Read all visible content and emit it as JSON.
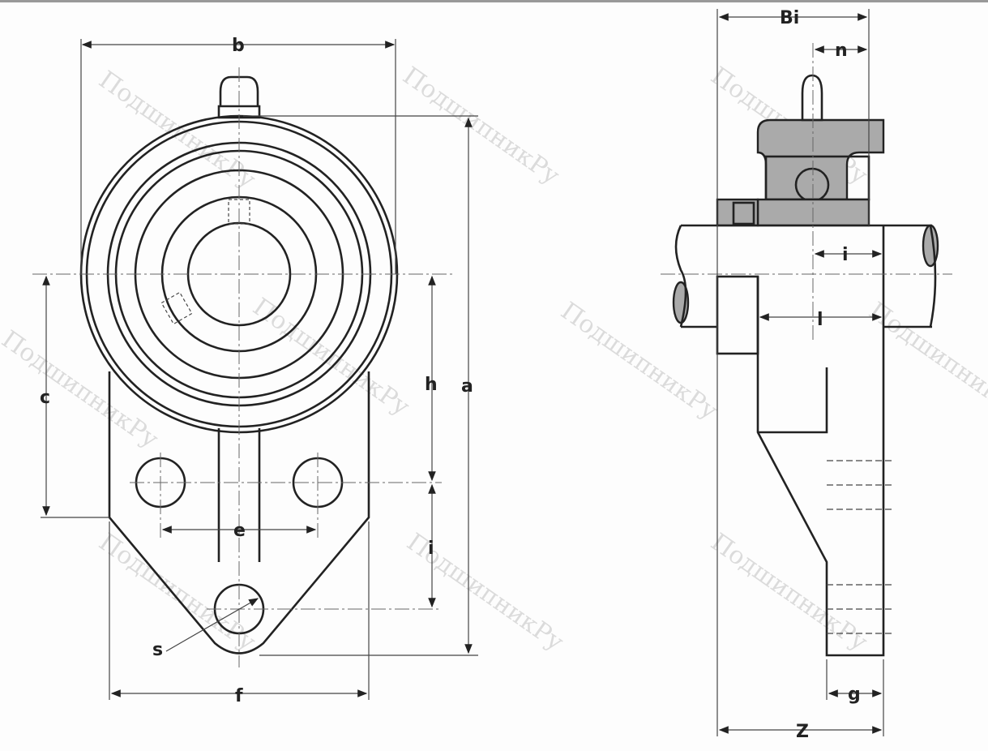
{
  "watermark": "ПодшипникРу",
  "front_view": {
    "labels": {
      "b": "b",
      "a": "a",
      "c": "c",
      "h": "h",
      "e": "e",
      "i": "i",
      "s": "s",
      "f": "f"
    }
  },
  "side_view": {
    "labels": {
      "Bi": "Bi",
      "n": "n",
      "i": "i",
      "l": "l",
      "g": "g",
      "Z": "Z"
    }
  }
}
